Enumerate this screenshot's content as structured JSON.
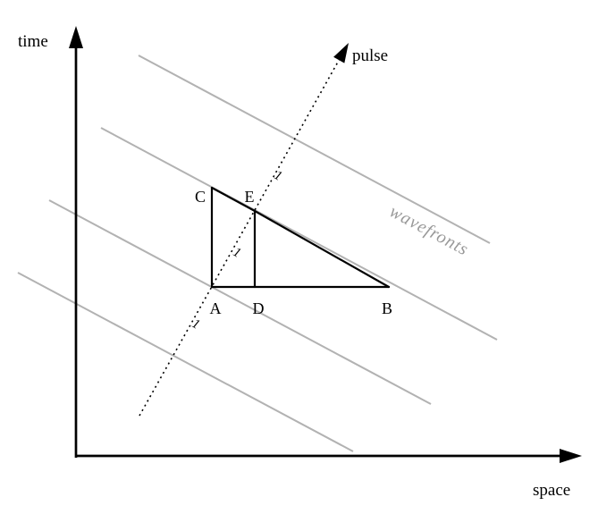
{
  "diagram": {
    "axis_labels": {
      "y": "time",
      "x": "space"
    },
    "pulse_label": "pulse",
    "wavefronts_label": "wavefronts",
    "points": {
      "A": "A",
      "B": "B",
      "C": "C",
      "D": "D",
      "E": "E"
    },
    "unit_labels": [
      "1",
      "1",
      "1"
    ],
    "colors": {
      "ink": "#000000",
      "wavefront": "#b2b2b2",
      "wavefront_text": "#999999",
      "background": "#ffffff"
    }
  }
}
